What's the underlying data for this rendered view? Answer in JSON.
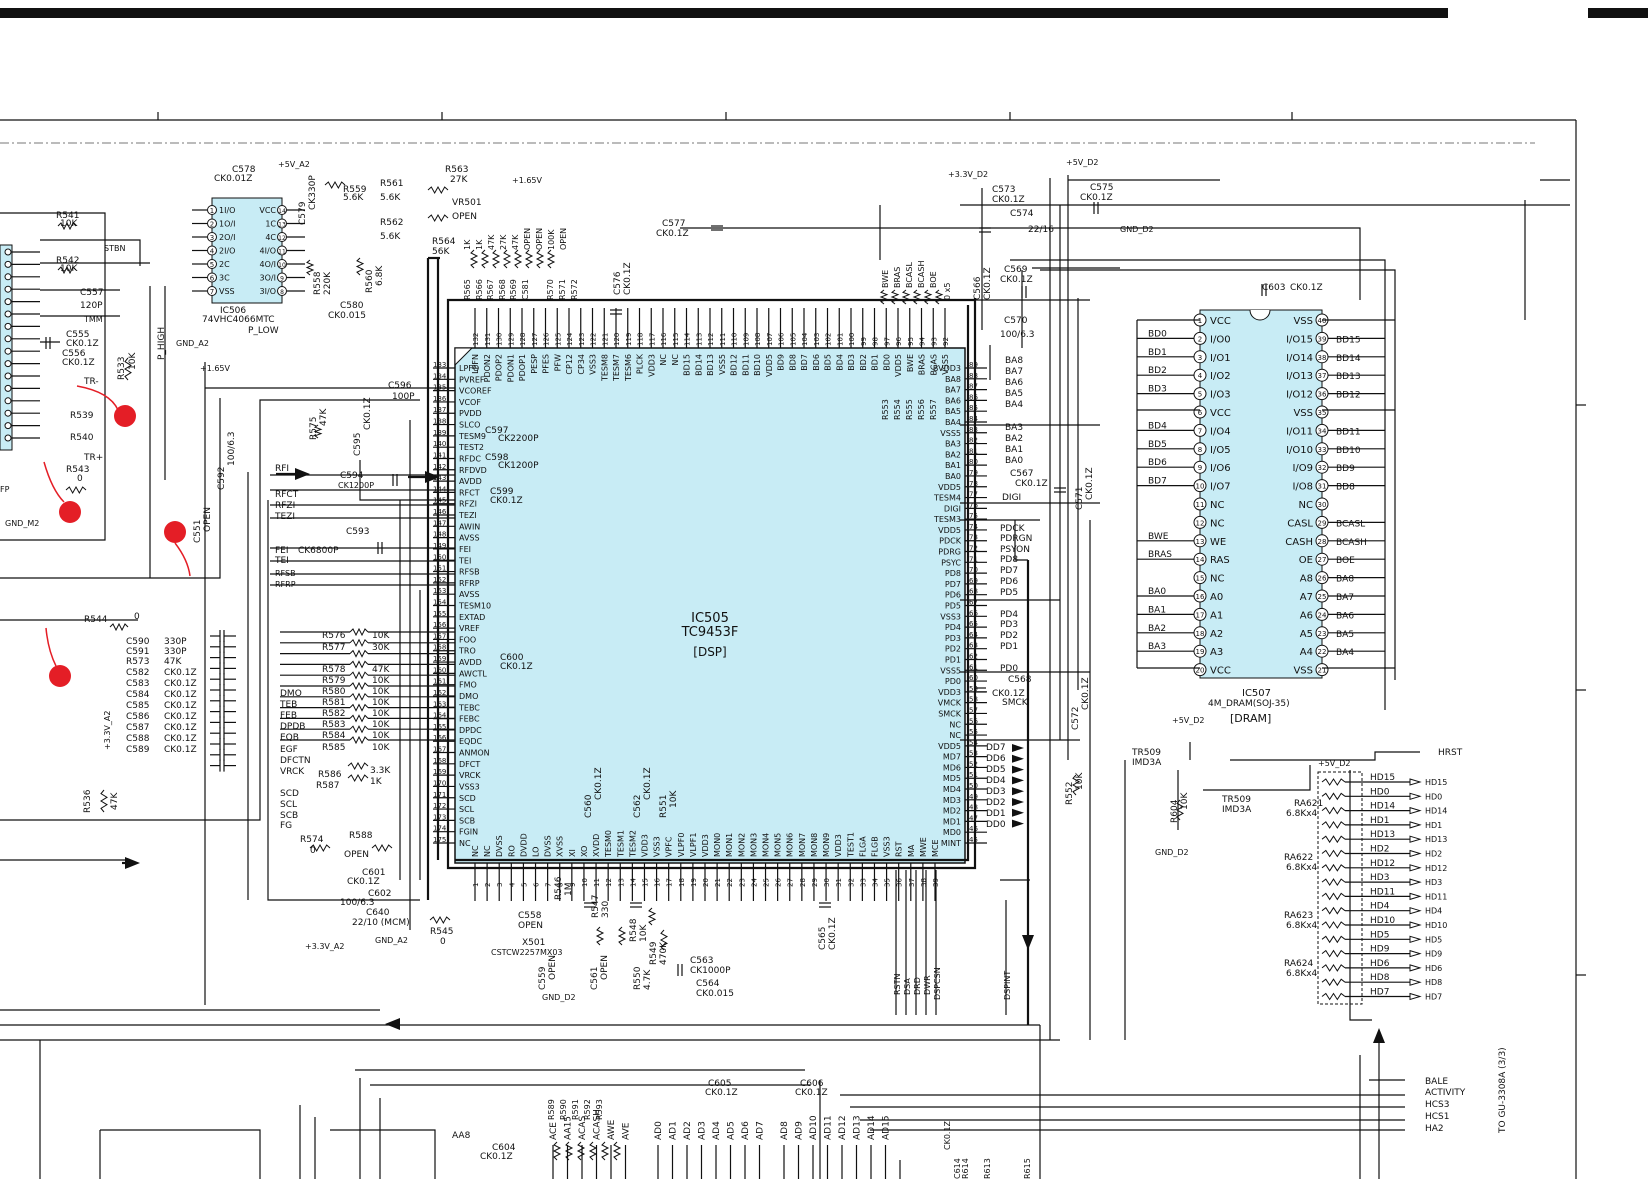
{
  "ic505": {
    "ref": "IC505",
    "part": "TC9453F",
    "func": "[DSP]",
    "top_pins": [
      "LPFN",
      "PDON2",
      "PDOP2",
      "PDON1",
      "PDOP1",
      "PESP",
      "PFES",
      "PFW",
      "CP12",
      "CP34",
      "VSS3",
      "TESM8",
      "TESM7",
      "TESM6",
      "PLCK",
      "VDD3",
      "NC",
      "NC",
      "BD15",
      "BD14",
      "BD13",
      "VSS5",
      "BD12",
      "BD11",
      "BD10",
      "VDD5",
      "BD9",
      "BD8",
      "BD7",
      "BD6",
      "BD5",
      "BD4",
      "BD3",
      "BD2",
      "BD1",
      "BD0",
      "VDD5",
      "BWE",
      "BRAS",
      "BCAS",
      "VSS5"
    ],
    "left_pins": [
      "LPFO",
      "PVREF",
      "VCOREF",
      "VCOF",
      "PVDD",
      "SLCO",
      "TESM9",
      "TEST2",
      "RFDC",
      "RFDVD",
      "AVDD",
      "RFCT",
      "RFZI",
      "TEZI",
      "AWIN",
      "AVSS",
      "FEI",
      "TEI",
      "RFSB",
      "RFRP",
      "AVSS",
      "TESM10",
      "EXTAD",
      "VREF",
      "FOO",
      "TRO",
      "AVDD",
      "AWCTL",
      "FMO",
      "DMO",
      "TEBC",
      "FEBC",
      "DPDC",
      "EQDC",
      "ANMON",
      "DFCT",
      "VRCK",
      "VSS3",
      "SCD",
      "SCL",
      "SCB",
      "FGIN",
      "NC"
    ],
    "right_pins": [
      "BVDD3",
      "BA8",
      "BA7",
      "BA6",
      "BA5",
      "BA4",
      "VSS5",
      "BA3",
      "BA2",
      "BA1",
      "BA0",
      "VDD5",
      "TESM4",
      "DIGI",
      "TESM3",
      "VDD5",
      "PDCK",
      "PDRG",
      "PSYC",
      "PD8",
      "PD7",
      "PD6",
      "PD5",
      "VSS3",
      "PD4",
      "PD3",
      "PD2",
      "PD1",
      "VSS5",
      "PD0",
      "VDD3",
      "VMCK",
      "SMCK",
      "NC",
      "NC",
      "VDD5",
      "MD7",
      "MD6",
      "MD5",
      "MD4",
      "MD3",
      "MD2",
      "MD1",
      "MD0",
      "MINT"
    ],
    "bottom_pins": [
      "NC",
      "NC",
      "DVSS",
      "RO",
      "DVDD",
      "LO",
      "DVSS",
      "XVSS",
      "XI",
      "XO",
      "XVDD",
      "TESM0",
      "TESM1",
      "TESM2",
      "VDD3",
      "VSS3",
      "VPFC",
      "VLPF0",
      "VLPF1",
      "VDD3",
      "MON0",
      "MON1",
      "MON2",
      "MON3",
      "MON4",
      "MON5",
      "MON6",
      "MON7",
      "MON8",
      "MON9",
      "VDD3",
      "TEST1",
      "FLGA",
      "FLGB",
      "VSS3",
      "RST",
      "MA",
      "MWE",
      "MCE"
    ]
  },
  "ic506": {
    "ref": "IC506",
    "part": "74VHC4066MTC",
    "left": [
      "1I/O",
      "1O/I",
      "2O/I",
      "2I/O",
      "2C",
      "3C",
      "VSS"
    ],
    "right": [
      "VCC",
      "1C",
      "4C",
      "4I/O",
      "4O/I",
      "3O/I",
      "3I/O"
    ],
    "left_nums": [
      "1",
      "2",
      "3",
      "4",
      "5",
      "6",
      "7"
    ],
    "right_nums": [
      "14",
      "13",
      "12",
      "11",
      "10",
      "9",
      "8"
    ]
  },
  "ic507": {
    "ref": "IC507",
    "part": "4M_DRAM(SOJ-35)",
    "func": "[DRAM]",
    "left": [
      "VCC",
      "I/O0",
      "I/O1",
      "I/O2",
      "I/O3",
      "VCC",
      "I/O4",
      "I/O5",
      "I/O6",
      "I/O7",
      "NC",
      "NC",
      "WE",
      "RAS",
      "NC",
      "A0",
      "A1",
      "A2",
      "A3",
      "VCC"
    ],
    "right": [
      "VSS",
      "I/O15",
      "I/O14",
      "I/O13",
      "I/O12",
      "VSS",
      "I/O11",
      "I/O10",
      "I/O9",
      "I/O8",
      "NC",
      "CASL",
      "CASH",
      "OE",
      "A8",
      "A7",
      "A6",
      "A5",
      "A4",
      "VSS"
    ],
    "left_nets": [
      "",
      "BD0",
      "BD1",
      "BD2",
      "BD3",
      "",
      "BD4",
      "BD5",
      "BD6",
      "BD7",
      "",
      "",
      "BWE",
      "BRAS",
      "",
      "BA0",
      "BA1",
      "BA2",
      "BA3",
      ""
    ],
    "right_nets": [
      "",
      "BD15",
      "BD14",
      "BD13",
      "BD12",
      "",
      "BD11",
      "BD10",
      "BD9",
      "BD8",
      "",
      "BCASL",
      "BCASH",
      "BOE",
      "BA8",
      "BA7",
      "BA6",
      "BA5",
      "BA4",
      ""
    ]
  },
  "labels": {
    "c578": "C578",
    "c578v": "CK0.01Z",
    "v5a2": "+5V_A2",
    "c579": "C579",
    "c579v": "CK330P",
    "r559": "R559",
    "r559v": "5.6K",
    "r561": "R561",
    "r561v": "5.6K",
    "r563": "R563",
    "r563v": "27K",
    "vr501": "VR501",
    "vr501v": "OPEN",
    "r562": "R562",
    "r562v": "5.6K",
    "r564": "R564",
    "r564v": "56K",
    "v165": "+1.65V",
    "r558": "R558",
    "r558v": "220K",
    "r560": "R560",
    "r560v": "6.8K",
    "c580": "C580",
    "c580v": "CK0.015",
    "plow": "P_LOW",
    "phigh": "P_HIGH",
    "gnda2": "GND_A2",
    "r541": "R541",
    "r541v": "10K",
    "stbn": "STBN",
    "r542": "R542",
    "r542v": "10K",
    "c557": "C557",
    "c557v": "120P",
    "tmm": "TMM",
    "c555": "C555",
    "c555v": "CK0.1Z",
    "c556": "C556",
    "c556v": "CK0.1Z",
    "r533": "R533",
    "r533v": "10K",
    "trm": "TR-",
    "trp": "TR+",
    "r539": "R539",
    "r540": "R540",
    "r543": "R543",
    "r543v": "0",
    "gndm2": "GND_M2",
    "fp": "FP",
    "v33a2": "+3.3V_A2",
    "v165b": "+1.65V",
    "c592": "C592",
    "c592v": "100/6.3",
    "c551": "C551",
    "c551v": "OPEN",
    "c596": "C596",
    "c596v": "100P",
    "r575b": "R575",
    "r575bv": "47K",
    "c595": "C595",
    "c595v": "CK0.1Z",
    "c597": "C597",
    "c597v": "CK2200P",
    "c598": "C598",
    "c598v": "CK1200P",
    "c594": "C594",
    "c594v": "CK1200P",
    "c599": "C599",
    "c599v": "CK0.1Z",
    "c593": "C593",
    "fei": "FEI",
    "fei_c": "CK6800P",
    "tei": "TEI",
    "rfsb": "RFSB",
    "rfrp": "RFRP",
    "rfi": "RFI",
    "rfct": "RFCT",
    "rfzi": "RFZI",
    "tezi": "TEZI",
    "r544": "R544",
    "r544v": "0",
    "c600": "C600",
    "c600v": "CK0.1Z",
    "c590": "C590",
    "c590v": "330P",
    "c591": "C591",
    "c591v": "330P",
    "r573": "R573",
    "r573v": "47K",
    "c582": "C582",
    "c583": "C583",
    "c584": "C584",
    "c585": "C585",
    "c586": "C586",
    "c587": "C587",
    "c588": "C588",
    "c589": "C589",
    "ck01z": "CK0.1Z",
    "r576": "R576",
    "r577": "R577",
    "r578": "R578",
    "r579": "R579",
    "r580": "R580",
    "r581": "R581",
    "r582": "R582",
    "r583": "R583",
    "r584": "R584",
    "r585": "R585",
    "v10k": "10K",
    "v30k": "30K",
    "v47k": "47K",
    "dmo": "DMO",
    "teb": "TEB",
    "feb": "FEB",
    "dpdb": "DPDB",
    "eqb": "EQB",
    "egf": "EGF",
    "dfctn": "DFCTN",
    "vrck": "VRCK",
    "r586": "R586",
    "r586v": "3.3K",
    "r587": "R587",
    "r587v": "1K",
    "scd": "SCD",
    "scl": "SCL",
    "scb": "SCB",
    "fg": "FG",
    "r574": "R574",
    "r574v": "0",
    "r588": "R588",
    "r588v": "OPEN",
    "r536": "R536",
    "r536v": "47K",
    "v33a2b": "+3.3V_A2",
    "c601": "C601",
    "c601v": "CK0.1Z",
    "c602": "C602",
    "c602v": "100/6.3",
    "c640": "C640",
    "c640v": "22/10 (MCM)",
    "v33a2c": "+3.3V_A2",
    "gnda2b": "GND_A2",
    "r545": "R545",
    "r545v": "0",
    "c558": "C558",
    "c558v": "OPEN",
    "r546": "R546",
    "r546v": "1M",
    "r547": "R547",
    "r547v": "330",
    "x501": "X501",
    "x501v": "CSTCW2257MX03",
    "c559": "C559",
    "c559v": "OPEN",
    "c561": "C561",
    "c561v": "OPEN",
    "gndd2": "GND_D2",
    "c560": "C560",
    "c560v": "CK0.1Z",
    "c562": "C562",
    "c562v": "CK0.1Z",
    "r551": "R551",
    "r551v": "10K",
    "r548": "R548",
    "r548v": "10K",
    "r549": "R549",
    "r549v": "470K",
    "r550": "R550",
    "r550v": "4.7K",
    "c563": "C563",
    "c563v": "CK1000P",
    "c564": "C564",
    "c564v": "CK0.015",
    "c565": "C565",
    "c565v": "CK0.1Z",
    "v33d2": "+3.3V_D2",
    "v5d2": "+5V_D2",
    "c573": "C573",
    "c573v": "CK0.1Z",
    "c575": "C575",
    "c575v": "CK0.1Z",
    "c574": "C574",
    "c574v": "22/16",
    "c577": "C577",
    "c577v": "CK0.1Z",
    "gndd2b": "GND_D2",
    "c576": "C576",
    "c576v": "CK0.1Z",
    "c566": "C566",
    "c566v": "CK0.1Z",
    "c569": "C569",
    "c569v": "CK0.1Z",
    "c570": "C570",
    "c570v": "100/6.3",
    "c603": "C603",
    "c603v": "CK0.1Z",
    "r565": "R565",
    "r566": "R566",
    "r567": "R567",
    "r568": "R568",
    "r569": "R569",
    "c581": "C581",
    "r570": "R570",
    "r571": "R571",
    "r572": "R572",
    "rv1k": "1K",
    "rv47k": "47K",
    "rv27k": "27K",
    "rvopen": "OPEN",
    "rv100k": "100K",
    "r553": "R553",
    "r554": "R554",
    "r555": "R555",
    "r556": "R556",
    "r557": "R557",
    "x5": "0 x5",
    "c567": "C567",
    "c567v": "CK0.1Z",
    "digi": "DIGI",
    "c571": "C571",
    "c571v": "CK0.1Z",
    "pdck": "PDCK",
    "pdrgn": "PDRGN",
    "psyon": "PSYON",
    "pd8": "PD8",
    "pd7": "PD7",
    "pd6": "PD6",
    "pd5": "PD5",
    "pd4": "PD4",
    "pd3": "PD3",
    "pd2": "PD2",
    "pd1": "PD1",
    "pd0": "PD0",
    "c568": "C568",
    "c568v": "CK0.1Z",
    "smck": "SMCK",
    "c572": "C572",
    "c572v": "CK0.1Z",
    "r552": "R552",
    "r552v": "10K",
    "dd7": "DD7",
    "dd6": "DD6",
    "dd5": "DD5",
    "dd4": "DD4",
    "dd3": "DD3",
    "dd2": "DD2",
    "dd1": "DD1",
    "dd0": "DD0",
    "ba8": "BA8",
    "ba7": "BA7",
    "ba6": "BA6",
    "ba5": "BA5",
    "ba4": "BA4",
    "ba3": "BA3",
    "ba2": "BA2",
    "ba1": "BA1",
    "ba0": "BA0",
    "rstn": "RSTN",
    "dsa": "DSA",
    "drd": "DRD",
    "dwr": "DWR",
    "dspcsn": "DSPCSN",
    "dspint": "DSPINT",
    "bwe": "BWE",
    "bras": "BRAS",
    "bcasl": "BCASL",
    "bcash": "BCASH",
    "boe": "BOE",
    "v5d2b": "+5V_D2",
    "tr509": "TR509",
    "tr509v": "IMD3A",
    "tr509b": "TR509",
    "tr509bv": "IMD3A",
    "r604": "R604",
    "r604v": "10K",
    "gndd2c": "GND_D2",
    "hrst": "HRST",
    "v5d2c": "+5V_D2",
    "ra621": "RA621",
    "ra622": "RA622",
    "ra623": "RA623",
    "ra624": "RA624",
    "rav": "6.8Kx4",
    "to_gu": "TO GU-3308A (3/3)",
    "bale": "BALE",
    "activity": "ACTIVITY",
    "hcs3": "HCS3",
    "hcs1": "HCS1",
    "ha2": "HA2",
    "c605": "C605",
    "c605v": "CK0.1Z",
    "c606": "C606",
    "c606v": "CK0.1Z",
    "c604": "C604",
    "c604v": "CK0.1Z",
    "aa8": "AA8",
    "r589": "R589",
    "r590": "R590",
    "r591": "R591",
    "r592": "R592",
    "r593": "R593",
    "r613": "R613",
    "r614": "R614",
    "r615": "R615",
    "rv0": "0",
    "rv10k": "10K",
    "ck01z_b": "CK0.1Z",
    "c614": "C614"
  },
  "hd_nets": [
    "HD15",
    "HD0",
    "HD14",
    "HD1",
    "HD13",
    "HD2",
    "HD12",
    "HD3",
    "HD11",
    "HD4",
    "HD10",
    "HD5",
    "HD9",
    "HD6",
    "HD8",
    "HD7"
  ],
  "bottom_bus": [
    "ACE",
    "AA15",
    "ACAS",
    "ACASH",
    "AWE",
    "AVE",
    "AD0",
    "AD1",
    "AD2",
    "AD3",
    "AD4",
    "AD5",
    "AD6",
    "AD7",
    "AD8",
    "AD9",
    "AD10",
    "AD11",
    "AD12",
    "AD13",
    "AD14",
    "AD15"
  ],
  "colors": {
    "ic_fill": "#c8ecf5",
    "marker": "#e41e26",
    "ink": "#111111"
  }
}
